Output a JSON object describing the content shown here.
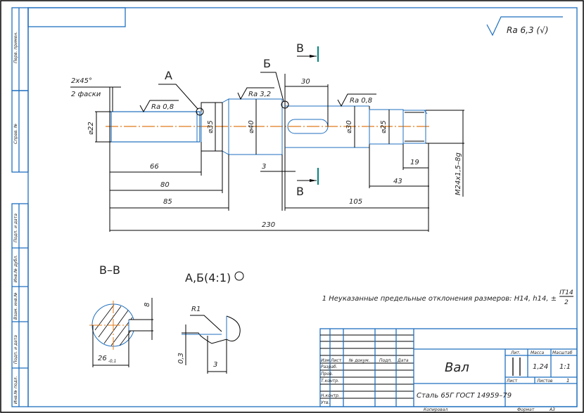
{
  "drawing": {
    "surface_finish_general": "Ra 6,3 (√)",
    "chamfer": {
      "top": "2x45°",
      "bottom": "2 фаски"
    },
    "labels": {
      "A": "А",
      "B": "Б",
      "section_top": "В",
      "section_bottom": "В"
    },
    "roughness": [
      "Ra 0,8",
      "Ra 3,2",
      "Ra 0,8"
    ],
    "diameters": [
      "⌀22",
      "⌀35",
      "⌀40",
      "⌀30",
      "⌀25"
    ],
    "lengths": {
      "d66": "66",
      "d80": "80",
      "d85": "85",
      "d230": "230",
      "d3": "3",
      "d30": "30",
      "d105": "105",
      "d43": "43",
      "d19": "19"
    },
    "thread": "M24x1,5–8g",
    "section_title": "В–В",
    "section_width": "26",
    "section_width_tol": "-0,1",
    "section_key": "8",
    "detail_title": "А,Б(4:1)",
    "detail_radius": "R1",
    "detail_depth": "0,3",
    "detail_width": "3",
    "note": "1 Неуказанные предельные отклонения размеров: H14, h14, ±",
    "note_frac_top": "IT14",
    "note_frac_bottom": "2"
  },
  "side_stamp": [
    "Перв. примен.",
    "Справ. №",
    "Подп. и дата",
    "Инв.№ дубл.",
    "Взам. инв.№",
    "Подп. и дата",
    "Инв.№ подл."
  ],
  "title_block": {
    "headers": [
      "Изм",
      "Лист",
      "№ докум.",
      "Подп.",
      "Дата"
    ],
    "roles": [
      "Разраб.",
      "Пров.",
      "Т.контр.",
      "Н.контр.",
      "Утв."
    ],
    "name": "Вал",
    "material": "Сталь 65Г ГОСТ 14959–79",
    "lit_label": "Лит.",
    "mass_label": "Масса",
    "scale_label": "Масштаб",
    "mass": "1,24",
    "scale": "1:1",
    "sheet_label": "Лист",
    "sheets_label": "Листов",
    "sheets": "1",
    "copied": "Копировал",
    "format_label": "Формат",
    "format": "A3"
  }
}
